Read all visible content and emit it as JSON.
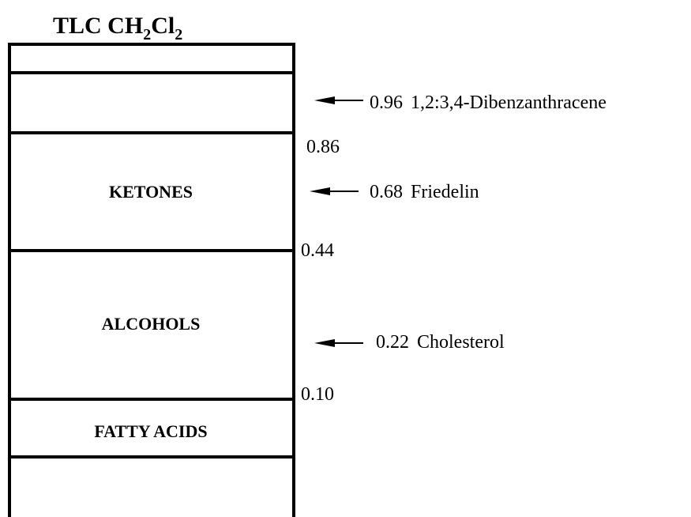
{
  "title": {
    "prefix": "TLC CH",
    "sub1": "2",
    "mid": "Cl",
    "sub2": "2"
  },
  "zones": [
    {
      "label": ""
    },
    {
      "label": ""
    },
    {
      "label": "KETONES"
    },
    {
      "label": "ALCOHOLS"
    },
    {
      "label": "FATTY ACIDS"
    },
    {
      "label": ""
    }
  ],
  "boundary_labels": [
    "0.86",
    "0.44",
    "0.10"
  ],
  "compounds": [
    {
      "rf": "0.96",
      "name": "1,2:3,4-Dibenzanthracene"
    },
    {
      "rf": "0.68",
      "name": "Friedelin"
    },
    {
      "rf": "0.22",
      "name": "Cholesterol"
    }
  ]
}
